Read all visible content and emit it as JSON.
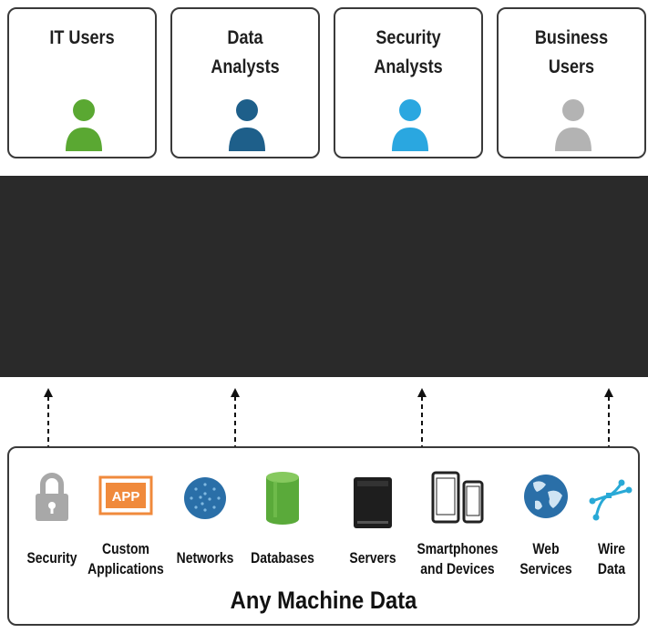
{
  "user_groups": [
    {
      "label": "IT Users",
      "color": "#5aa832",
      "icon": "person-icon"
    },
    {
      "label": "Data\nAnalysts",
      "color": "#1e5f8a",
      "icon": "person-icon"
    },
    {
      "label": "Security\nAnalysts",
      "color": "#2aa7e0",
      "icon": "person-icon"
    },
    {
      "label": "Business\nUsers",
      "color": "#b3b3b3",
      "icon": "person-icon"
    }
  ],
  "data_sources": [
    {
      "label": "Security",
      "icon": "padlock-icon"
    },
    {
      "label": "Custom\nApplications",
      "icon": "app-icon",
      "badge": "APP"
    },
    {
      "label": "Networks",
      "icon": "network-globe-icon"
    },
    {
      "label": "Databases",
      "icon": "database-icon"
    },
    {
      "label": "Servers",
      "icon": "server-icon"
    },
    {
      "label": "Smartphones\nand Devices",
      "icon": "smartphone-icon"
    },
    {
      "label": "Web\nServices",
      "icon": "web-globe-icon"
    },
    {
      "label": "Wire\nData",
      "icon": "wire-icon"
    }
  ],
  "footer": "Any Machine Data",
  "colors": {
    "dark_band": "#2a2a2a",
    "app_orange": "#f08a3c",
    "globe_blue": "#2a6fa8",
    "database_green": "#5aaa3a",
    "wire_cyan": "#29a9d6"
  }
}
